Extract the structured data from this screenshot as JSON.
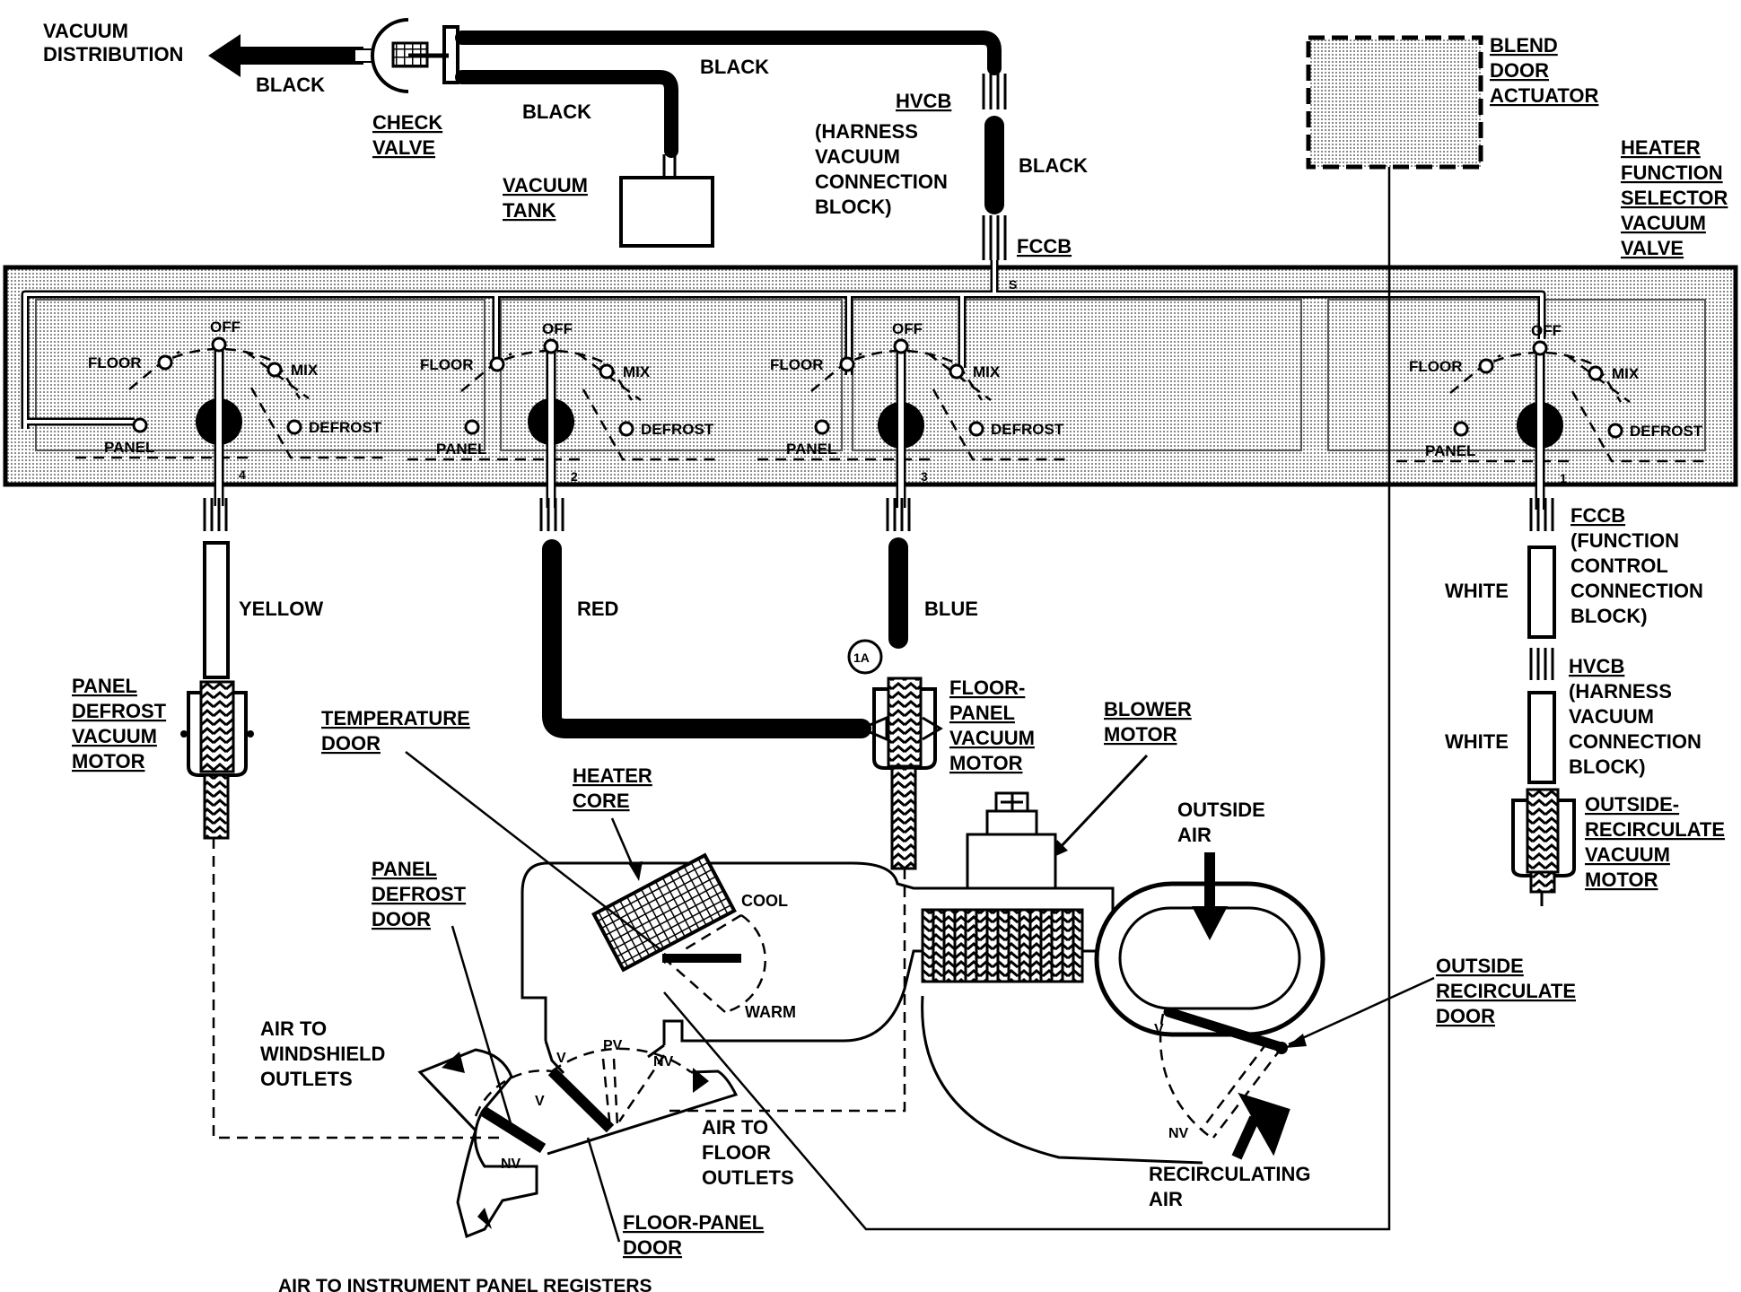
{
  "top": {
    "vacuum_distribution": [
      "VACUUM",
      "DISTRIBUTION"
    ],
    "black_left": "BLACK",
    "black_top": "BLACK",
    "black_mid": "BLACK",
    "black_right": "BLACK",
    "check_valve": [
      "CHECK",
      "VALVE"
    ],
    "vacuum_tank": [
      "VACUUM",
      "TANK"
    ],
    "hvcb_top": "HVCB",
    "hvcb_top_desc": [
      "(HARNESS",
      "VACUUM",
      "CONNECTION",
      "BLOCK)"
    ],
    "fccb_top": "FCCB",
    "blend_door_actuator": [
      "BLEND",
      "DOOR",
      "ACTUATOR"
    ],
    "heater_function_selector": [
      "HEATER",
      "FUNCTION",
      "SELECTOR",
      "VACUUM",
      "VALVE"
    ]
  },
  "panel": {
    "port_s": "S",
    "switches": [
      {
        "number": "4",
        "off": "OFF",
        "floor": "FLOOR",
        "mix": "MIX",
        "panel": "PANEL",
        "defrost": "DEFROST"
      },
      {
        "number": "2",
        "off": "OFF",
        "floor": "FLOOR",
        "mix": "MIX",
        "panel": "PANEL",
        "defrost": "DEFROST"
      },
      {
        "number": "3",
        "off": "OFF",
        "floor": "FLOOR",
        "mix": "MIX",
        "panel": "PANEL",
        "defrost": "DEFROST"
      },
      {
        "number": "1",
        "off": "OFF",
        "floor": "FLOOR",
        "mix": "MIX",
        "panel": "PANEL",
        "defrost": "DEFROST"
      }
    ]
  },
  "hoses": {
    "yellow": "YELLOW",
    "red": "RED",
    "blue": "BLUE",
    "white_1": "WHITE",
    "white_2": "WHITE",
    "tag_1a": "1A"
  },
  "right": {
    "fccb": "FCCB",
    "fccb_desc": [
      "(FUNCTION",
      "CONTROL",
      "CONNECTION",
      "BLOCK)"
    ],
    "hvcb": "HVCB",
    "hvcb_desc": [
      "(HARNESS",
      "VACUUM",
      "CONNECTION",
      "BLOCK)"
    ],
    "outside_recirc_motor": [
      "OUTSIDE-",
      "RECIRCULATE",
      "VACUUM",
      "MOTOR"
    ]
  },
  "motors": {
    "panel_defrost_motor": [
      "PANEL",
      "DEFROST",
      "VACUUM",
      "MOTOR"
    ],
    "floor_panel_motor": [
      "FLOOR-",
      "PANEL",
      "VACUUM",
      "MOTOR"
    ],
    "blower_motor": [
      "BLOWER",
      "MOTOR"
    ]
  },
  "box": {
    "temperature_door": [
      "TEMPERATURE",
      "DOOR"
    ],
    "heater_core": [
      "HEATER",
      "CORE"
    ],
    "cool": "COOL",
    "warm": "WARM",
    "panel_defrost_door": [
      "PANEL",
      "DEFROST",
      "DOOR"
    ],
    "air_windshield": [
      "AIR TO",
      "WINDSHIELD",
      "OUTLETS"
    ],
    "air_floor": [
      "AIR TO",
      "FLOOR",
      "OUTLETS"
    ],
    "floor_panel_door": [
      "FLOOR-PANEL",
      "DOOR"
    ],
    "air_instrument": "AIR TO INSTRUMENT PANEL REGISTERS",
    "v1": "V",
    "v2": "V",
    "pv": "PV",
    "nv1": "NV",
    "nv2": "NV",
    "outside_air": [
      "OUTSIDE",
      "AIR"
    ],
    "outside_recirc_door": [
      "OUTSIDE",
      "RECIRCULATE",
      "DOOR"
    ],
    "recirc_air": [
      "RECIRCULATING",
      "AIR"
    ],
    "v_recirc": "V",
    "nv_recirc": "NV"
  }
}
